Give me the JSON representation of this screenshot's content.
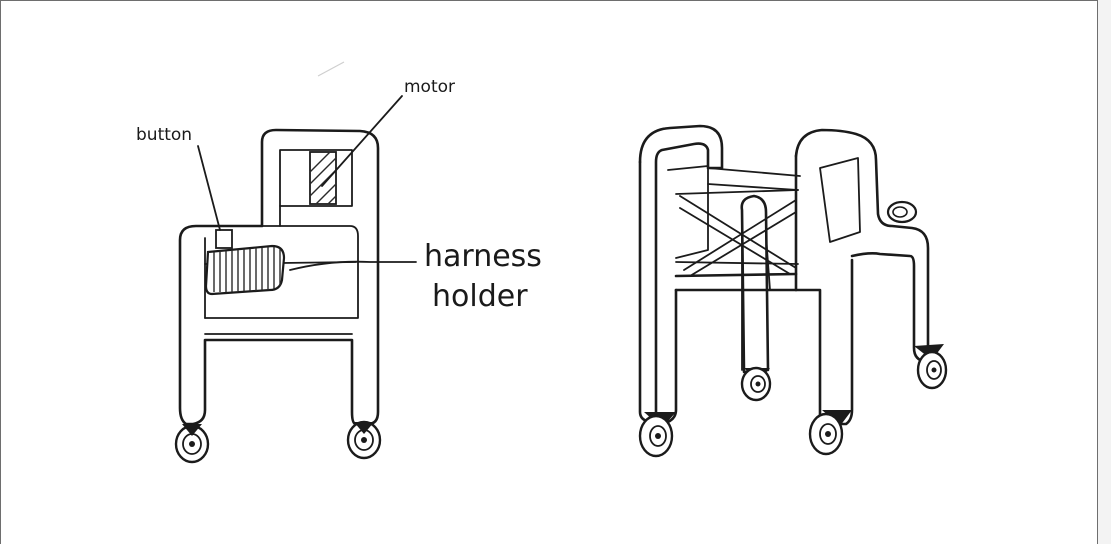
{
  "labels": {
    "button": "button",
    "motor": "motor",
    "harness_line1": "harness",
    "harness_line2": "holder"
  },
  "colors": {
    "ink": "#1b1b1b",
    "paper": "#ffffff",
    "frame": "#6e6e6e"
  }
}
